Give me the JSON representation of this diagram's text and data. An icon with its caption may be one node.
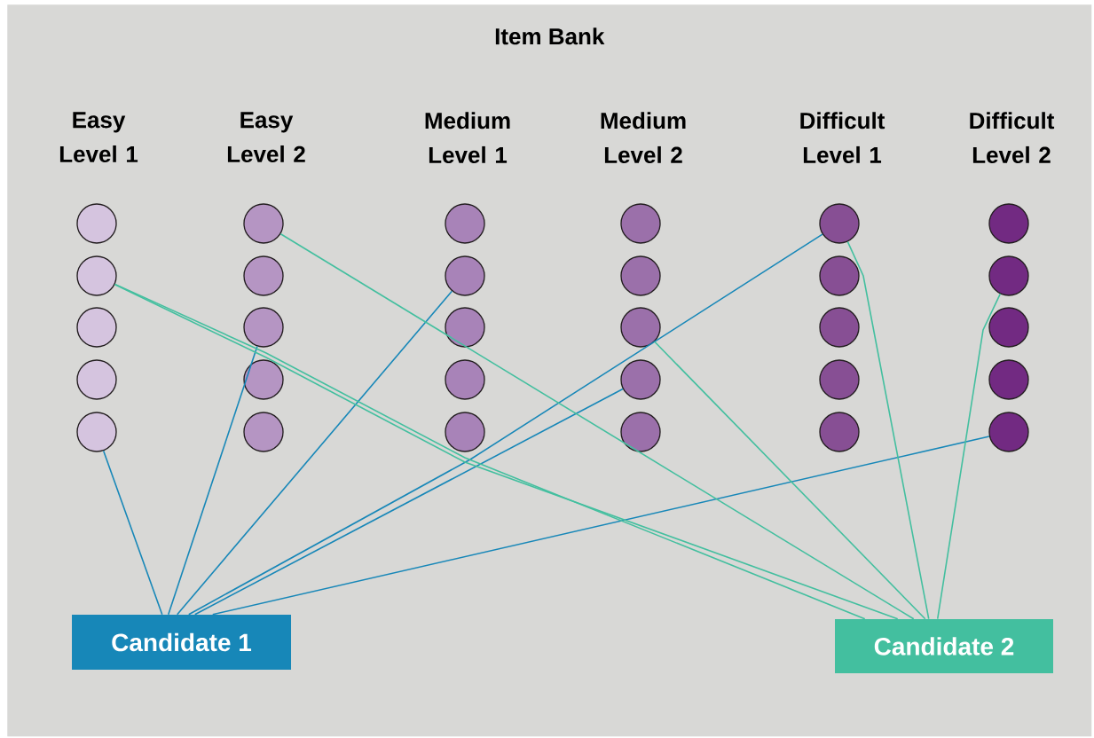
{
  "diagram": {
    "nodes": [
      {
        "text": [
          "Item Bank"
        ]
      },
      {
        "text": [],
        "shape": "circle",
        "in": 0
      },
      {
        "text": [],
        "shape": "circle",
        "in": 0
      },
      {
        "text": [],
        "shape": "circle",
        "in": 0
      },
      {
        "text": [],
        "shape": "circle",
        "in": 0
      },
      {
        "text": [],
        "shape": "circle",
        "in": 0
      },
      {
        "text": [],
        "shape": "circle",
        "in": 0
      },
      {
        "text": [],
        "shape": "circle",
        "in": 0
      },
      {
        "text": [],
        "shape": "circle",
        "in": 0
      },
      {
        "text": [],
        "shape": "circle",
        "in": 0
      },
      {
        "text": [],
        "shape": "circle",
        "in": 0
      },
      {
        "text": [],
        "shape": "circle",
        "in": 0
      },
      {
        "text": [],
        "shape": "circle",
        "in": 0
      },
      {
        "text": [],
        "shape": "circle",
        "in": 0
      },
      {
        "text": [],
        "shape": "circle",
        "in": 0
      },
      {
        "text": [],
        "shape": "circle",
        "in": 0
      },
      {
        "text": [],
        "shape": "circle",
        "in": 0
      },
      {
        "text": [],
        "shape": "circle",
        "in": 0
      },
      {
        "text": [],
        "shape": "circle",
        "in": 0
      },
      {
        "text": [],
        "shape": "circle",
        "in": 0
      },
      {
        "text": [],
        "shape": "circle",
        "in": 0
      },
      {
        "text": [],
        "shape": "circle",
        "in": 0
      },
      {
        "text": [],
        "shape": "circle",
        "in": 0
      },
      {
        "text": [],
        "shape": "circle",
        "in": 0
      },
      {
        "text": [],
        "shape": "circle",
        "in": 0
      },
      {
        "text": [],
        "shape": "circle",
        "in": 0
      },
      {
        "text": [],
        "shape": "circle",
        "in": 0
      },
      {
        "text": [],
        "shape": "circle",
        "in": 0
      },
      {
        "text": [],
        "shape": "circle",
        "in": 0
      },
      {
        "text": [],
        "shape": "circle",
        "in": 0
      },
      {
        "text": [],
        "shape": "circle",
        "in": 0
      },
      {
        "text": [
          "Candidate 1"
        ],
        "in": 0
      },
      {
        "text": [
          "Candidate 2"
        ],
        "in": 0
      }
    ],
    "edges": [
      {
        "from": 31,
        "to": 5,
        "arrow": "none",
        "color": "#1787b8"
      },
      {
        "from": 31,
        "to": 8,
        "arrow": "none",
        "color": "#1787b8"
      },
      {
        "from": 31,
        "to": 12,
        "arrow": "none",
        "color": "#1787b8"
      },
      {
        "from": 31,
        "to": 21,
        "arrow": "none",
        "color": "#1787b8"
      },
      {
        "from": 31,
        "to": 19,
        "arrow": "none",
        "color": "#1787b8"
      },
      {
        "from": 31,
        "to": 30,
        "arrow": "none",
        "color": "#1787b8"
      },
      {
        "from": 32,
        "to": 2,
        "arrow": "none",
        "color": "#43bf9f"
      },
      {
        "from": 32,
        "to": 2,
        "arrow": "none",
        "color": "#43bf9f"
      },
      {
        "from": 32,
        "to": 6,
        "arrow": "none",
        "color": "#43bf9f"
      },
      {
        "from": 32,
        "to": 18,
        "arrow": "none",
        "color": "#43bf9f"
      },
      {
        "from": 32,
        "to": 21,
        "arrow": "none",
        "color": "#43bf9f"
      },
      {
        "from": 32,
        "to": 27,
        "arrow": "none",
        "color": "#43bf9f"
      }
    ],
    "labels": [
      "Easy Level 1",
      "Easy Level 2",
      "Medium Level 1",
      "Medium Level 2",
      "Difficult Level 1",
      "Difficult Level 2"
    ]
  }
}
